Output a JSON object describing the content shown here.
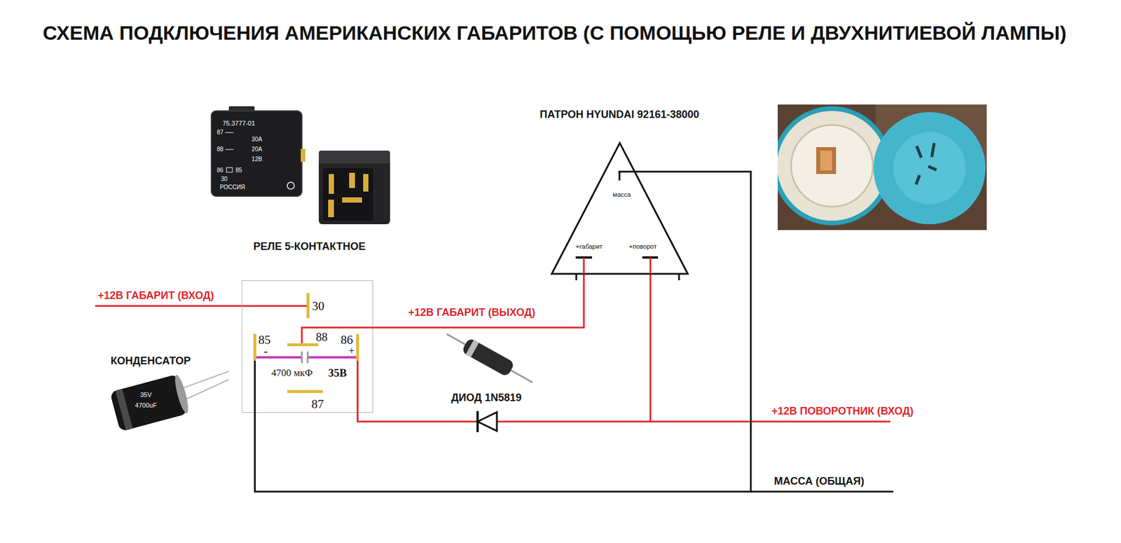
{
  "diagram": {
    "title": "СХЕМА ПОДКЛЮЧЕНИЯ АМЕРИКАНСКИХ ГАБАРИТОВ (С ПОМОЩЬЮ РЕЛЕ И ДВУХНИТИЕВОЙ ЛАМПЫ)",
    "nodes": [
      {
        "text": [
          "30",
          "85",
          "-",
          "88",
          "86",
          "+",
          "4700 мкФ",
          "35В",
          "87"
        ]
      },
      {
        "text": [
          "ПАТРОН HYUNDAI 92161-38000",
          "масса",
          "+габарит",
          "+поворот"
        ]
      }
    ],
    "edges": [
      {
        "from": 0,
        "to": 1,
        "arrow": "none",
        "label": "+12В ГАБАРИТ (ВЫХОД)"
      },
      {
        "from": 0,
        "to": 1,
        "arrow": "none"
      },
      {
        "from": 1,
        "to": 0,
        "arrow": "none"
      }
    ],
    "labels": [
      "РЕЛЕ 5-КОНТАКТНОЕ",
      "75.3777-01",
      "87",
      "88",
      "30A",
      "20A",
      "12В",
      "86",
      "85",
      "30",
      "РОССИЯ",
      "КОНДЕНСАТОР",
      "35V",
      "4700uF",
      "+12В ГАБАРИТ (ВХОД)",
      "ДИОД 1N5819",
      "+12В ПОВОРОТНИК (ВХОД)",
      "МАССА (ОБЩАЯ)"
    ]
  }
}
